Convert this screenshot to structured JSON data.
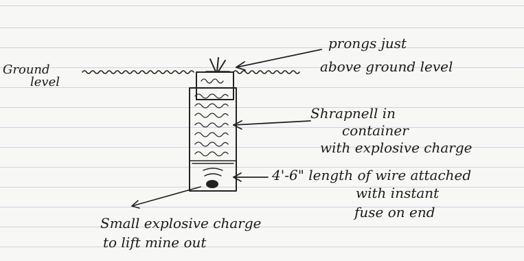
{
  "labels": {
    "ground_level_1": "Ground",
    "ground_level_2": "level",
    "prongs_1": "prongs just",
    "prongs_2": "above ground level",
    "shrapnel_1": "Shrapnell in",
    "shrapnel_2": "container",
    "shrapnel_3": "with explosive charge",
    "wire_1": "4'-6\" length of wire attached",
    "wire_2": "with instant",
    "wire_3": "fuse on end",
    "charge_1": "Small explosive charge",
    "charge_2": "to lift mine out"
  }
}
